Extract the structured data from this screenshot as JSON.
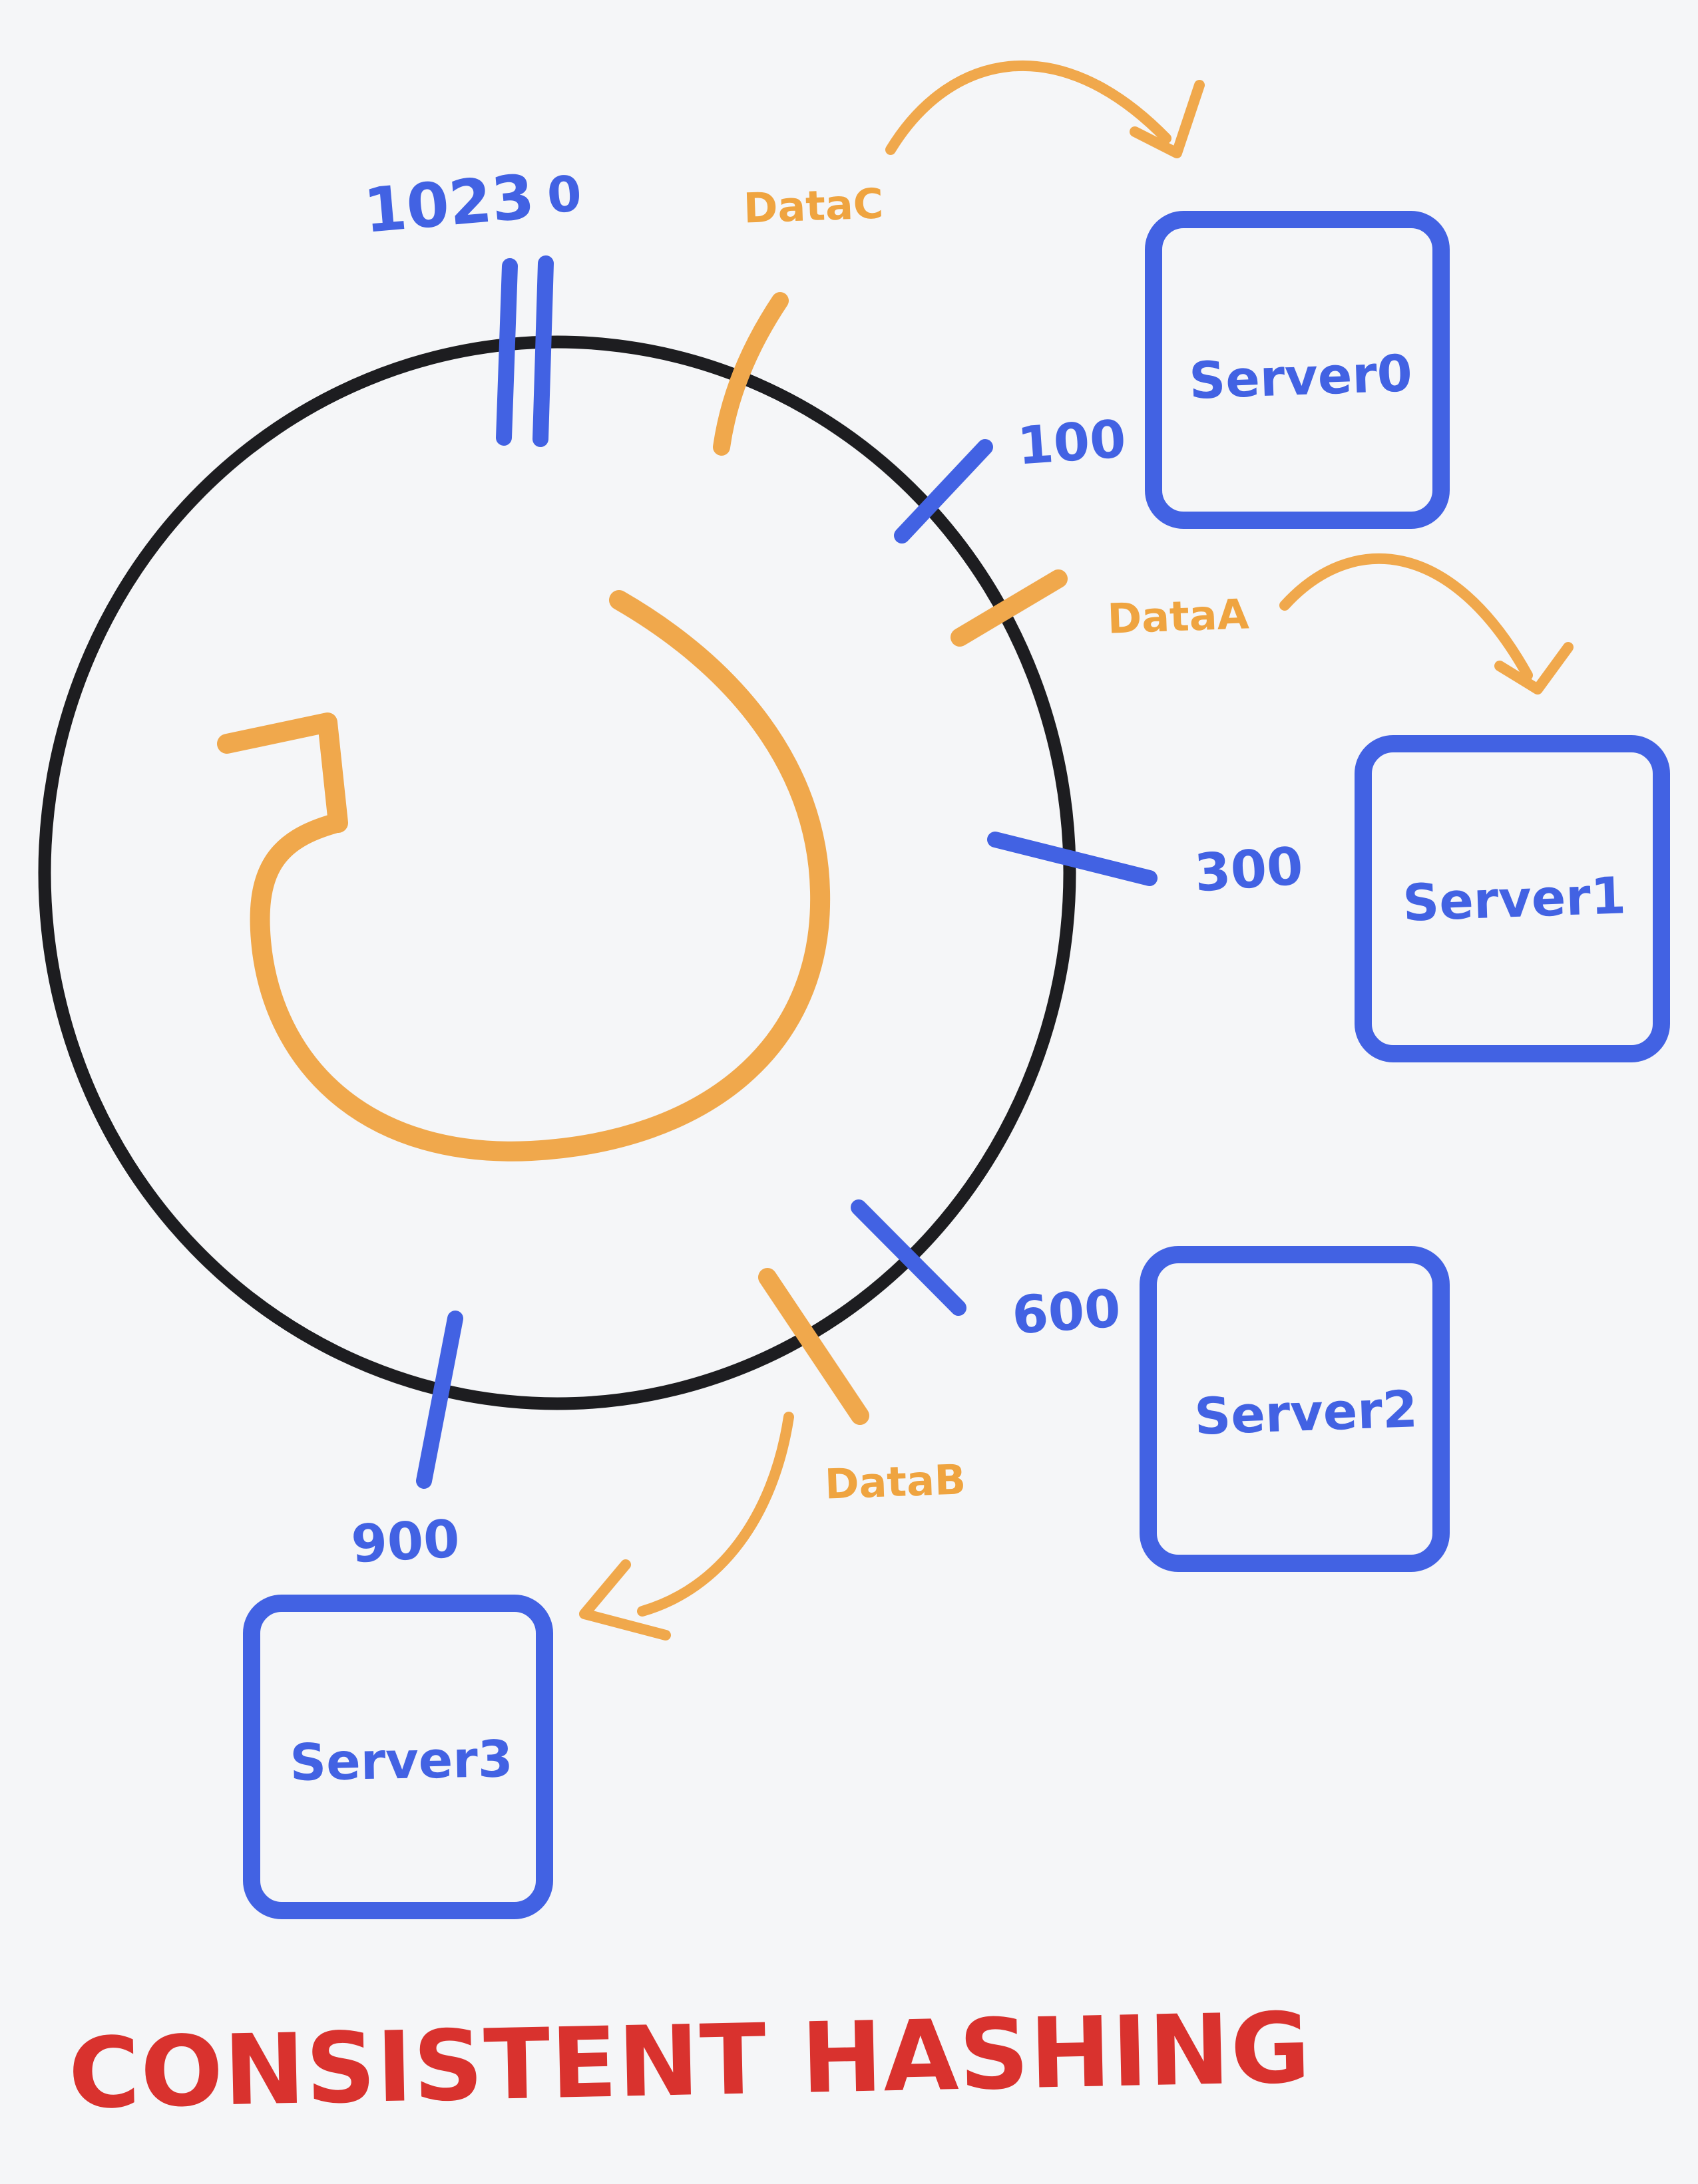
{
  "diagram": {
    "title": "CONSISTENT HASHING",
    "ring": {
      "zero_label": "0",
      "max_label": "1023",
      "ticks": [
        "100",
        "300",
        "600",
        "900"
      ]
    },
    "data_items": [
      {
        "label": "DataC",
        "target_server": "Server0"
      },
      {
        "label": "DataA",
        "target_server": "Server1"
      },
      {
        "label": "DataB",
        "target_server": "Server3"
      }
    ],
    "servers": [
      {
        "label": "Server0"
      },
      {
        "label": "Server1"
      },
      {
        "label": "Server2"
      },
      {
        "label": "Server3"
      }
    ],
    "colors": {
      "blue": "#4262E3",
      "orange": "#F0A84C",
      "red": "#D9322E",
      "ink": "#1D1D20",
      "background": "#F5F6F8"
    }
  }
}
